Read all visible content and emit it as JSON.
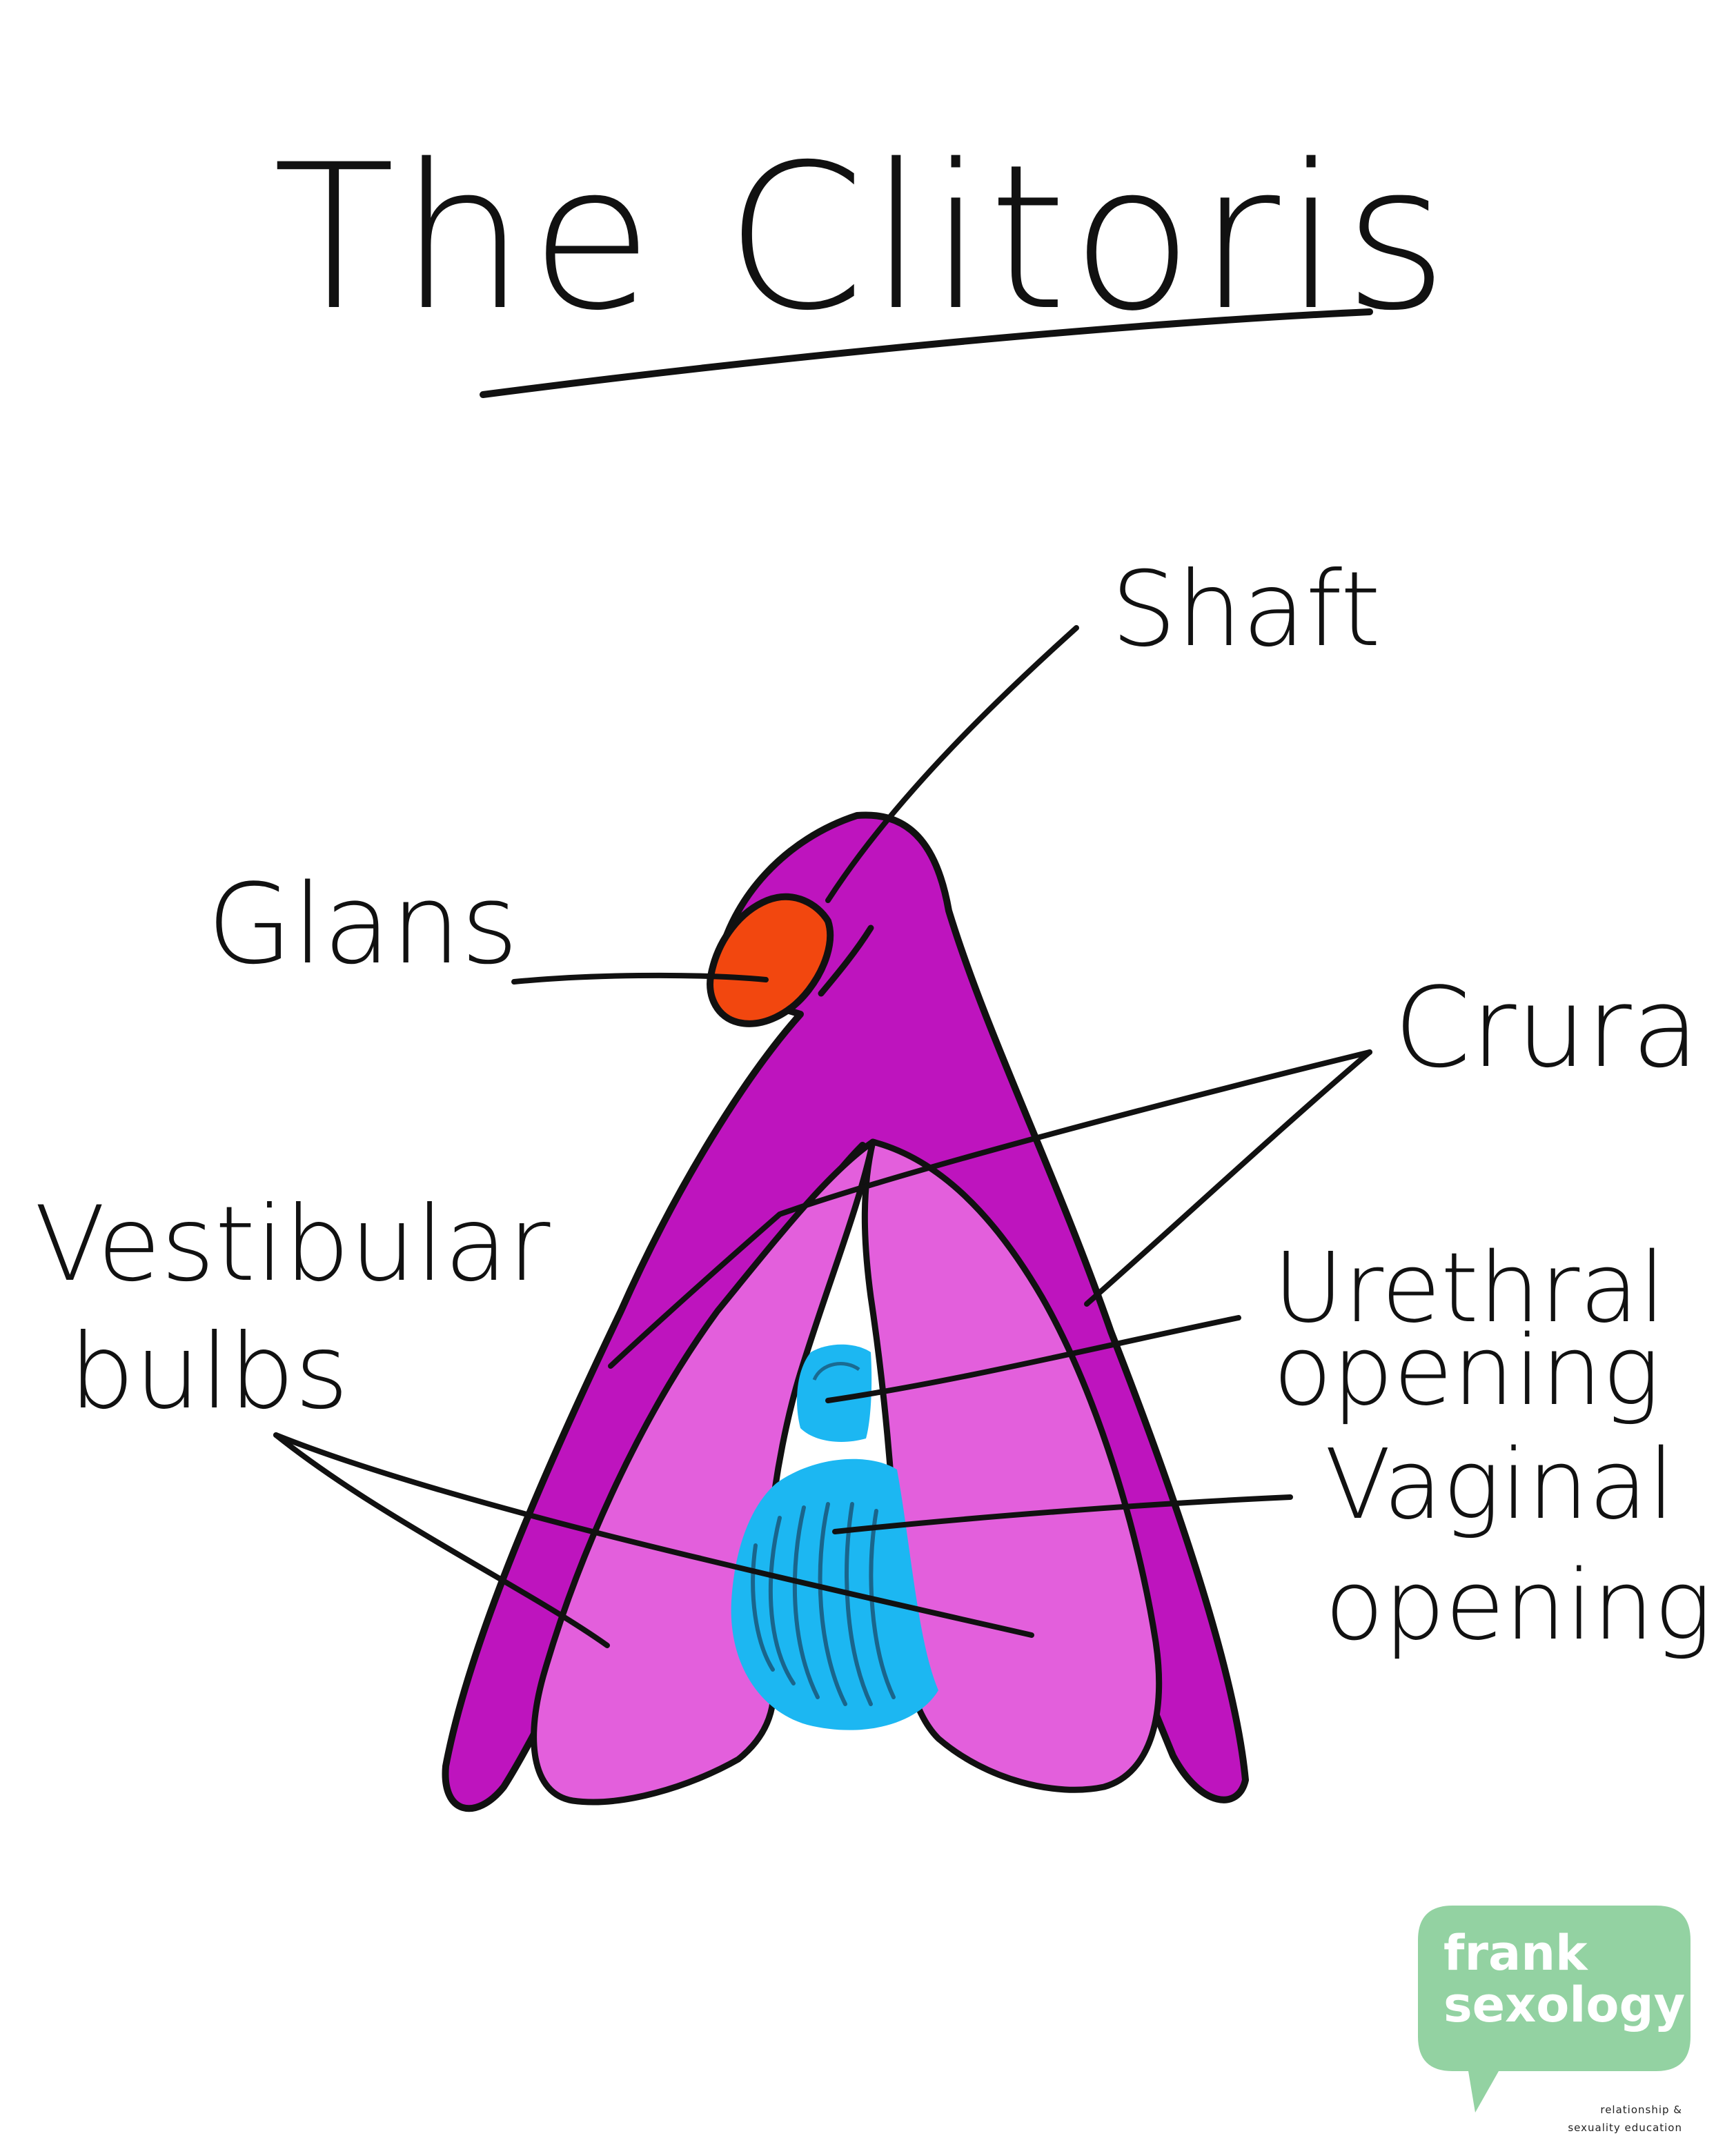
{
  "title": "The Clitoris",
  "labels": {
    "shaft": "Shaft",
    "glans": "Glans",
    "crura": "Crura",
    "vestibular_line1": "Vestibular",
    "vestibular_line2": "bulbs",
    "urethral_line1": "Urethral",
    "urethral_line2": "opening",
    "vaginal_line1": "Vaginal",
    "vaginal_line2": "opening"
  },
  "logo": {
    "line1": "frank",
    "line2": "sexology",
    "tagline_line1": "relationship &",
    "tagline_line2": "sexuality education"
  },
  "colors": {
    "outer_body": "#BE14BE",
    "bulbs": "#E35FDC",
    "glans": "#F2470F",
    "openings": "#1CB7F2",
    "logo_bubble": "#93D2A2",
    "ink": "#111111"
  }
}
